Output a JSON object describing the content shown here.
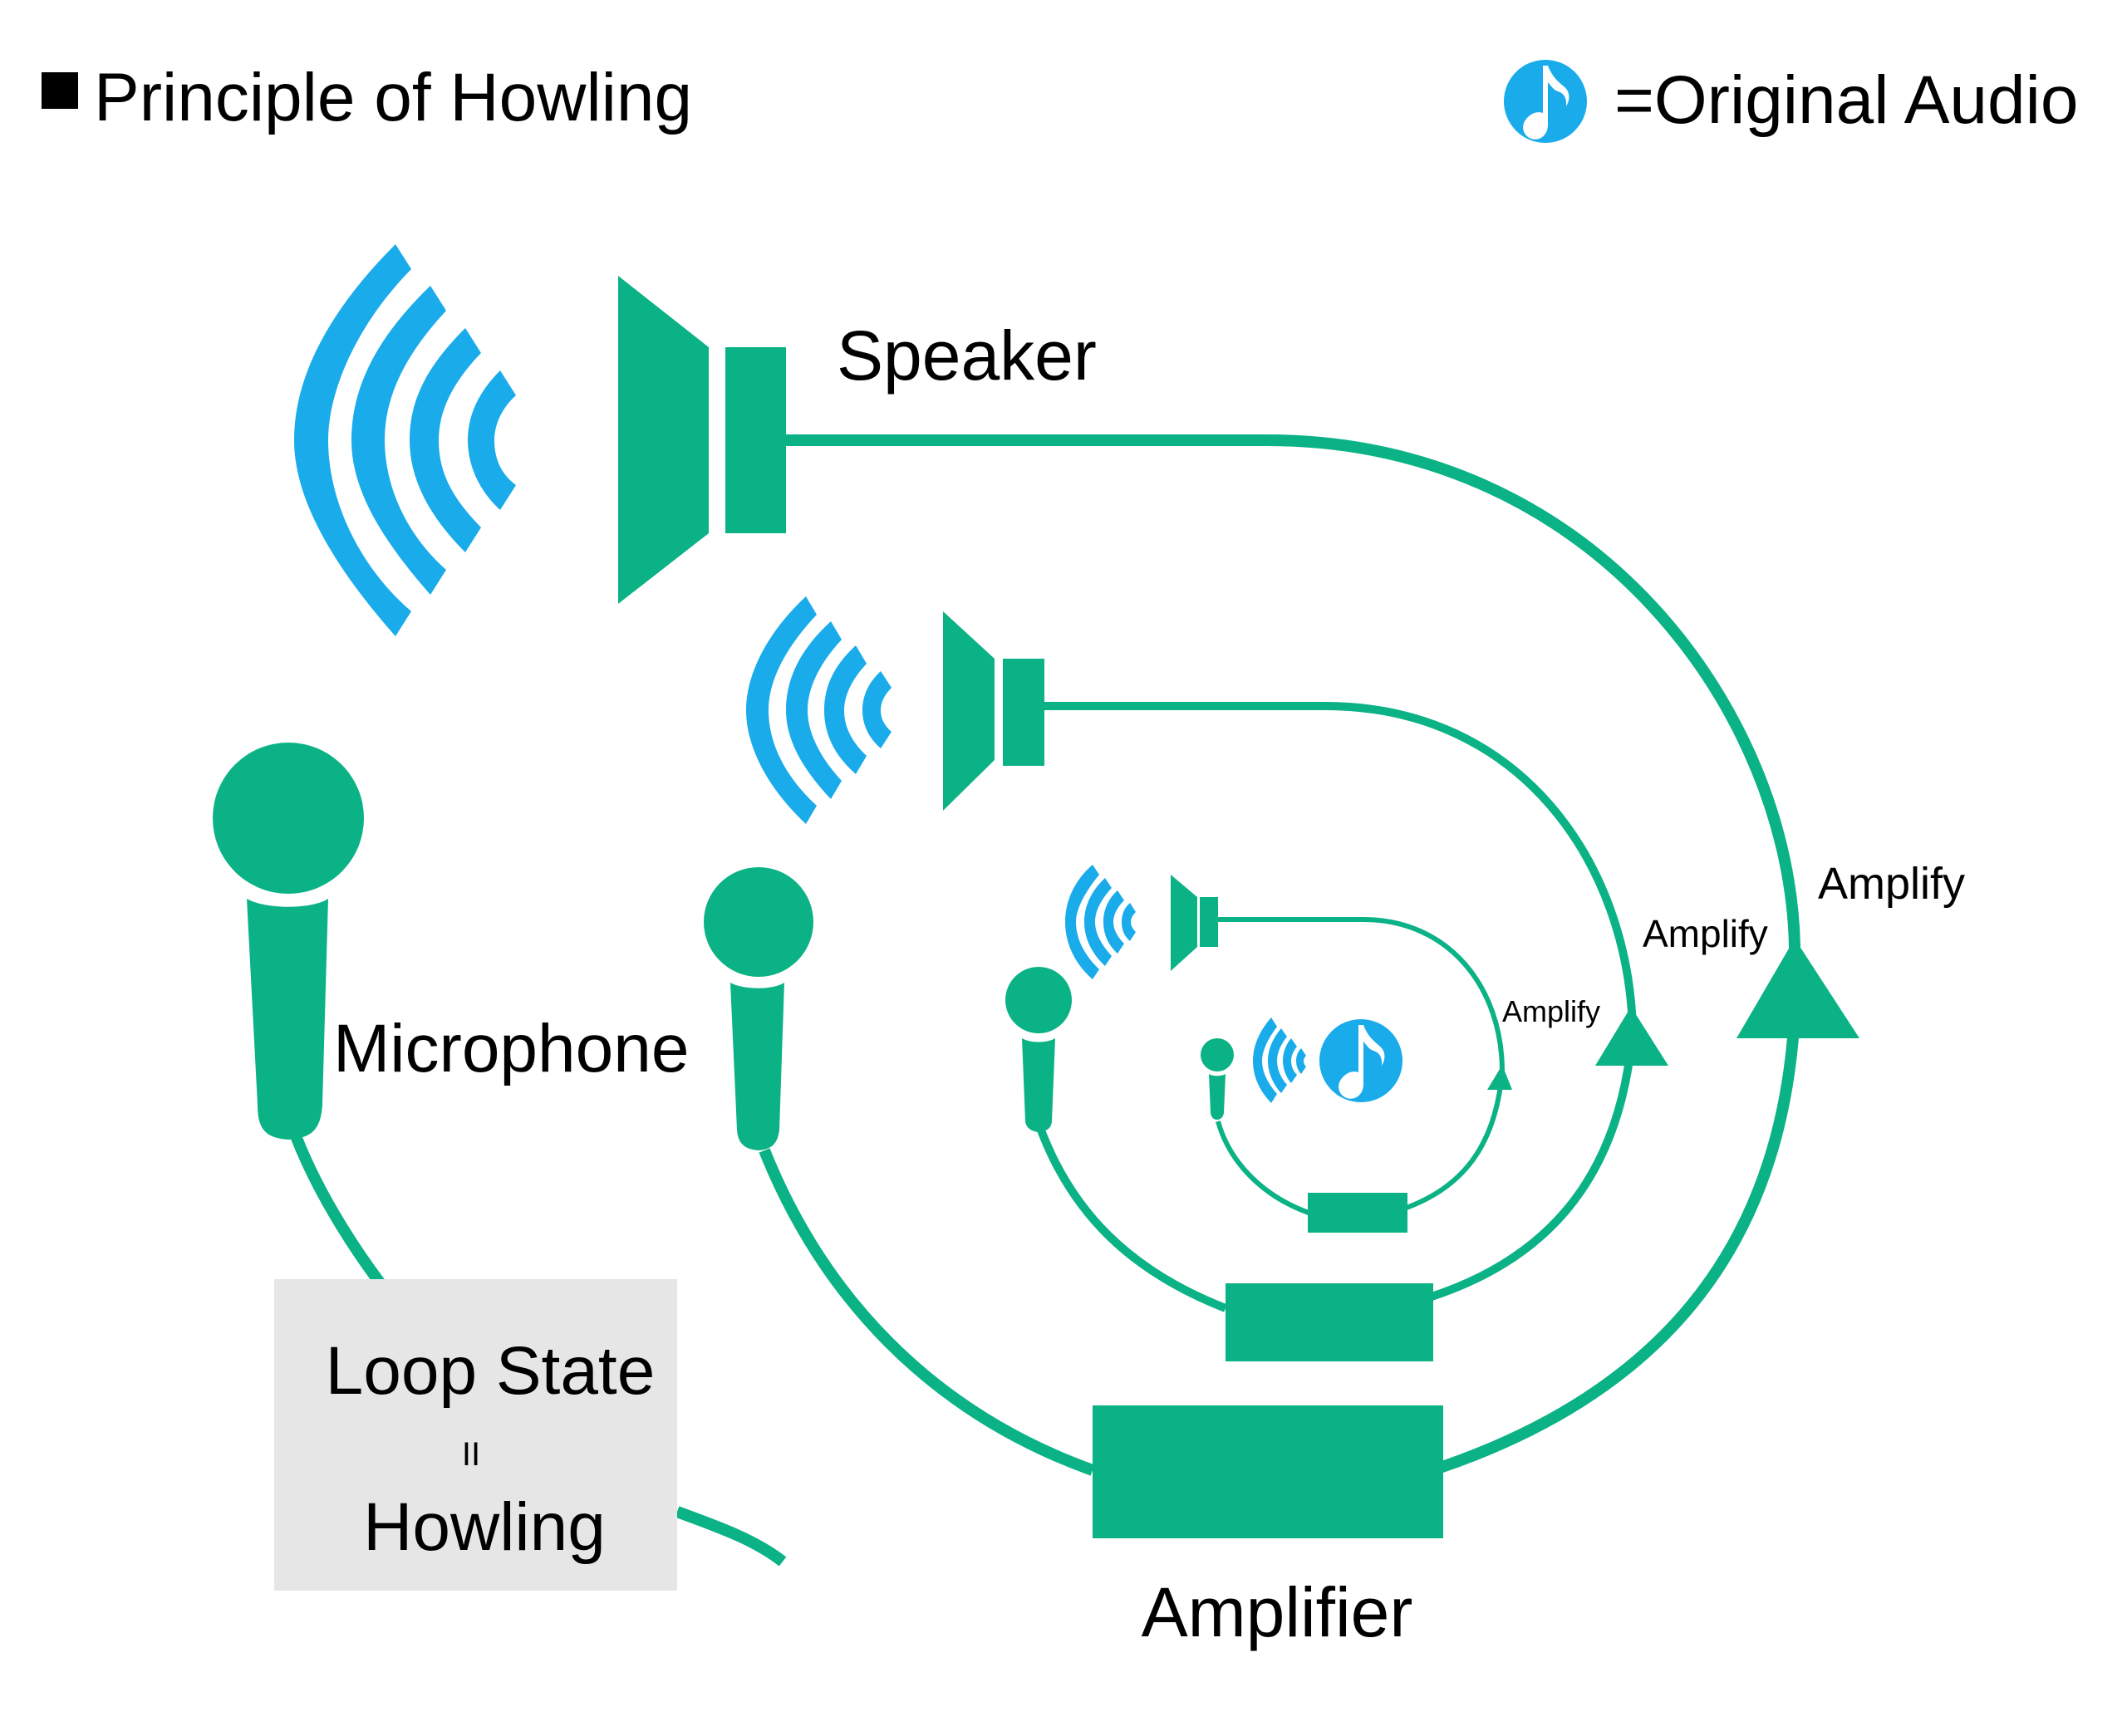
{
  "title": "Principle of Howling",
  "legend": {
    "icon": "music-note-icon",
    "label": "=Original Audio"
  },
  "labels": {
    "speaker": "Speaker",
    "microphone": "Microphone",
    "amplifier": "Amplifier",
    "amplify": [
      "Amplify",
      "Amplify",
      "Amplify"
    ]
  },
  "loop_box": {
    "line1": "Loop State",
    "line2": "II",
    "line3": "Howling"
  },
  "colors": {
    "device": "#0bb286",
    "sound": "#1aabeb",
    "box": "#e6e6e6",
    "text": "#000000"
  },
  "stages": [
    {
      "name": "stage-1",
      "label": "Amplify"
    },
    {
      "name": "stage-2",
      "label": "Amplify"
    },
    {
      "name": "stage-3",
      "label": "Amplify"
    }
  ]
}
